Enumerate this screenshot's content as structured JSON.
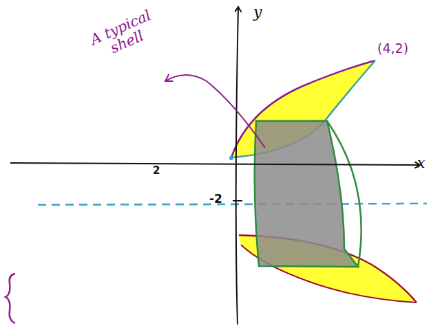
{
  "diagram": {
    "labels": [
      "y",
      "x",
      "A typical shell",
      "(4,2)",
      "2",
      "-2"
    ]
  }
}
